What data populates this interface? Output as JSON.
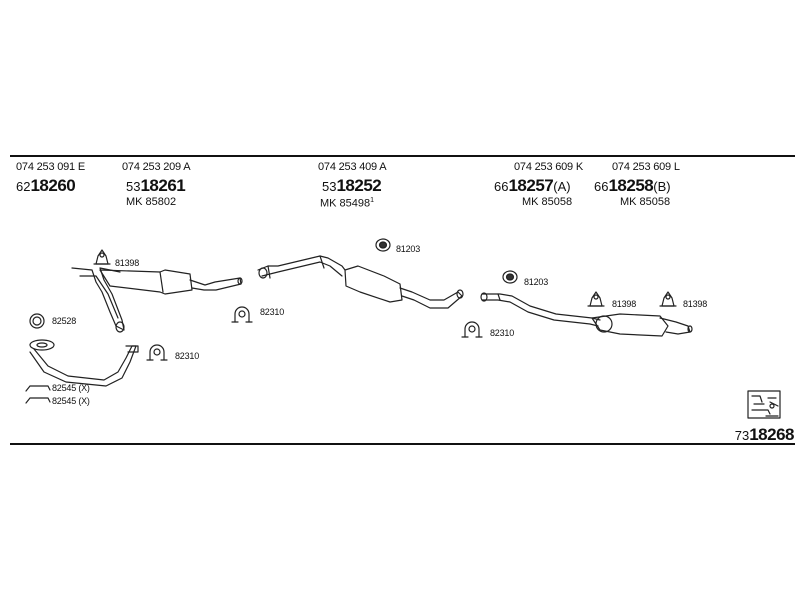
{
  "parts": [
    {
      "oe": "074 253 091 E",
      "prefix": "62",
      "number": "18260",
      "mk": "",
      "mk_sup": ""
    },
    {
      "oe": "074 253 209 A",
      "prefix": "53",
      "number": "18261",
      "mk": "MK 85802",
      "mk_sup": ""
    },
    {
      "oe": "074 253 409 A",
      "prefix": "53",
      "number": "18252",
      "mk": "MK 85498",
      "mk_sup": "1"
    },
    {
      "oe": "074 253 609 K",
      "prefix": "66",
      "number": "18257",
      "suffix": "(A)",
      "mk": "MK 85058",
      "mk_sup": ""
    },
    {
      "oe": "074 253 609 L",
      "prefix": "66",
      "number": "18258",
      "suffix": "(B)",
      "mk": "MK 85058",
      "mk_sup": ""
    }
  ],
  "callouts": {
    "a": "81398",
    "b": "82528",
    "c": "82310",
    "d": "82545 (X)",
    "e": "82545 (X)",
    "f": "82310",
    "g": "81203",
    "h": "81203",
    "i": "82310",
    "j": "81398",
    "k": "81398"
  },
  "kit": {
    "prefix": "73",
    "number": "18268"
  },
  "icons": [
    "rubber-mount-icon",
    "o-ring-icon",
    "u-clamp-icon",
    "bolt-clip-icon",
    "ring-gasket-icon",
    "kit-box-icon",
    "exhaust-pipe-icon",
    "muffler-icon"
  ]
}
